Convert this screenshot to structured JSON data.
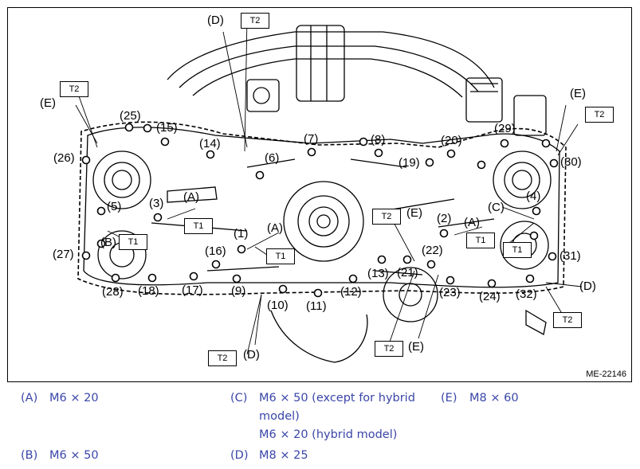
{
  "figure": {
    "ref_code": "ME-22146",
    "callouts": [
      "(1)",
      "(2)",
      "(3)",
      "(4)",
      "(5)",
      "(6)",
      "(7)",
      "(8)",
      "(9)",
      "(10)",
      "(11)",
      "(12)",
      "(13)",
      "(14)",
      "(15)",
      "(16)",
      "(17)",
      "(18)",
      "(19)",
      "(20)",
      "(21)",
      "(22)",
      "(23)",
      "(24)",
      "(25)",
      "(26)",
      "(27)",
      "(28)",
      "(29)",
      "(30)",
      "(31)",
      "(32)"
    ],
    "letter_callouts": [
      "(A)",
      "(B)",
      "(C)",
      "(D)",
      "(E)"
    ],
    "torque_labels": [
      "T1",
      "T2"
    ]
  },
  "legend": [
    {
      "key": "(A)",
      "lines": [
        "M6 × 20"
      ]
    },
    {
      "key": "(B)",
      "lines": [
        "M6 × 50"
      ]
    },
    {
      "key": "(C)",
      "lines": [
        "M6 × 50 (except for hybrid",
        "model)",
        "M6 × 20 (hybrid model)"
      ]
    },
    {
      "key": "(D)",
      "lines": [
        "M8 × 25"
      ]
    },
    {
      "key": "(E)",
      "lines": [
        "M8 × 60"
      ]
    }
  ],
  "colors": {
    "legend_text": "#3a46a8",
    "line": "#000000"
  }
}
